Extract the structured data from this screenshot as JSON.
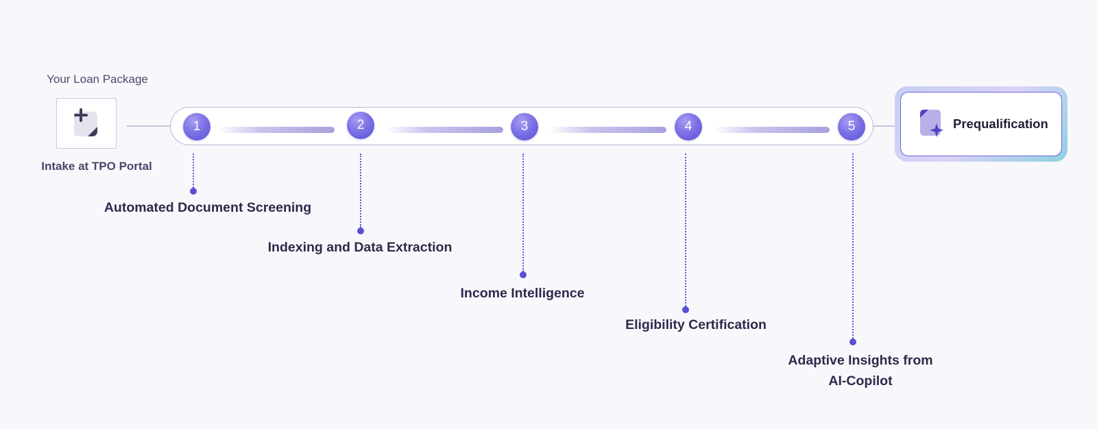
{
  "intake": {
    "title": "Your Loan Package",
    "label": "Intake at TPO Portal",
    "icon": "document-plus-icon"
  },
  "steps": [
    {
      "number": "1",
      "label": "Automated Document Screening"
    },
    {
      "number": "2",
      "label": "Indexing and Data Extraction"
    },
    {
      "number": "3",
      "label": "Income Intelligence"
    },
    {
      "number": "4",
      "label": "Eligibility Certification"
    },
    {
      "number": "5",
      "label": "Adaptive Insights from",
      "label_line2": "AI-Copilot"
    }
  ],
  "result": {
    "label": "Prequalification",
    "icon": "document-sparkle-icon"
  },
  "colors": {
    "accent": "#5a4fd2",
    "accent_light": "#a79ef2",
    "background": "#f8f8fc",
    "text": "#2b2a4c"
  }
}
